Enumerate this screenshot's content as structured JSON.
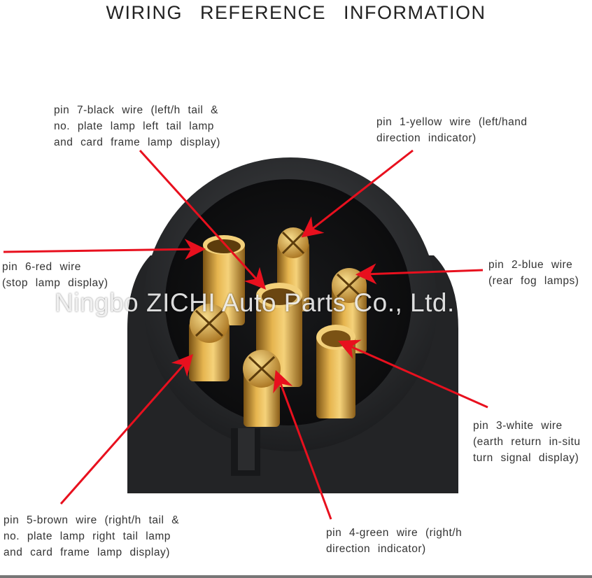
{
  "title": "WIRING   REFERENCE   INFORMATION",
  "watermark": "Ningbo ZICHI Auto Parts Co., Ltd.",
  "colors": {
    "arrow": "#e8101e",
    "plug_body": "#2b2c2e",
    "pin_brass": "#c8952f"
  },
  "labels": {
    "pin7": [
      "pin 7-black wire (left/h tail &",
      "no. plate lamp left tail lamp",
      "and card frame lamp display)"
    ],
    "pin1": [
      "pin 1-yellow wire (left/hand",
      "direction indicator)"
    ],
    "pin6": [
      "pin 6-red wire",
      "(stop lamp display)"
    ],
    "pin2": [
      "pin 2-blue wire",
      "(rear fog lamps)"
    ],
    "pin3": [
      "pin 3-white wire",
      "(earth return in-situ",
      "turn signal display)"
    ],
    "pin5": [
      "pin 5-brown wire (right/h tail &",
      "no. plate lamp right tail lamp",
      "and card frame lamp display)"
    ],
    "pin4": [
      "pin 4-green wire (right/h",
      "direction indicator)"
    ]
  }
}
